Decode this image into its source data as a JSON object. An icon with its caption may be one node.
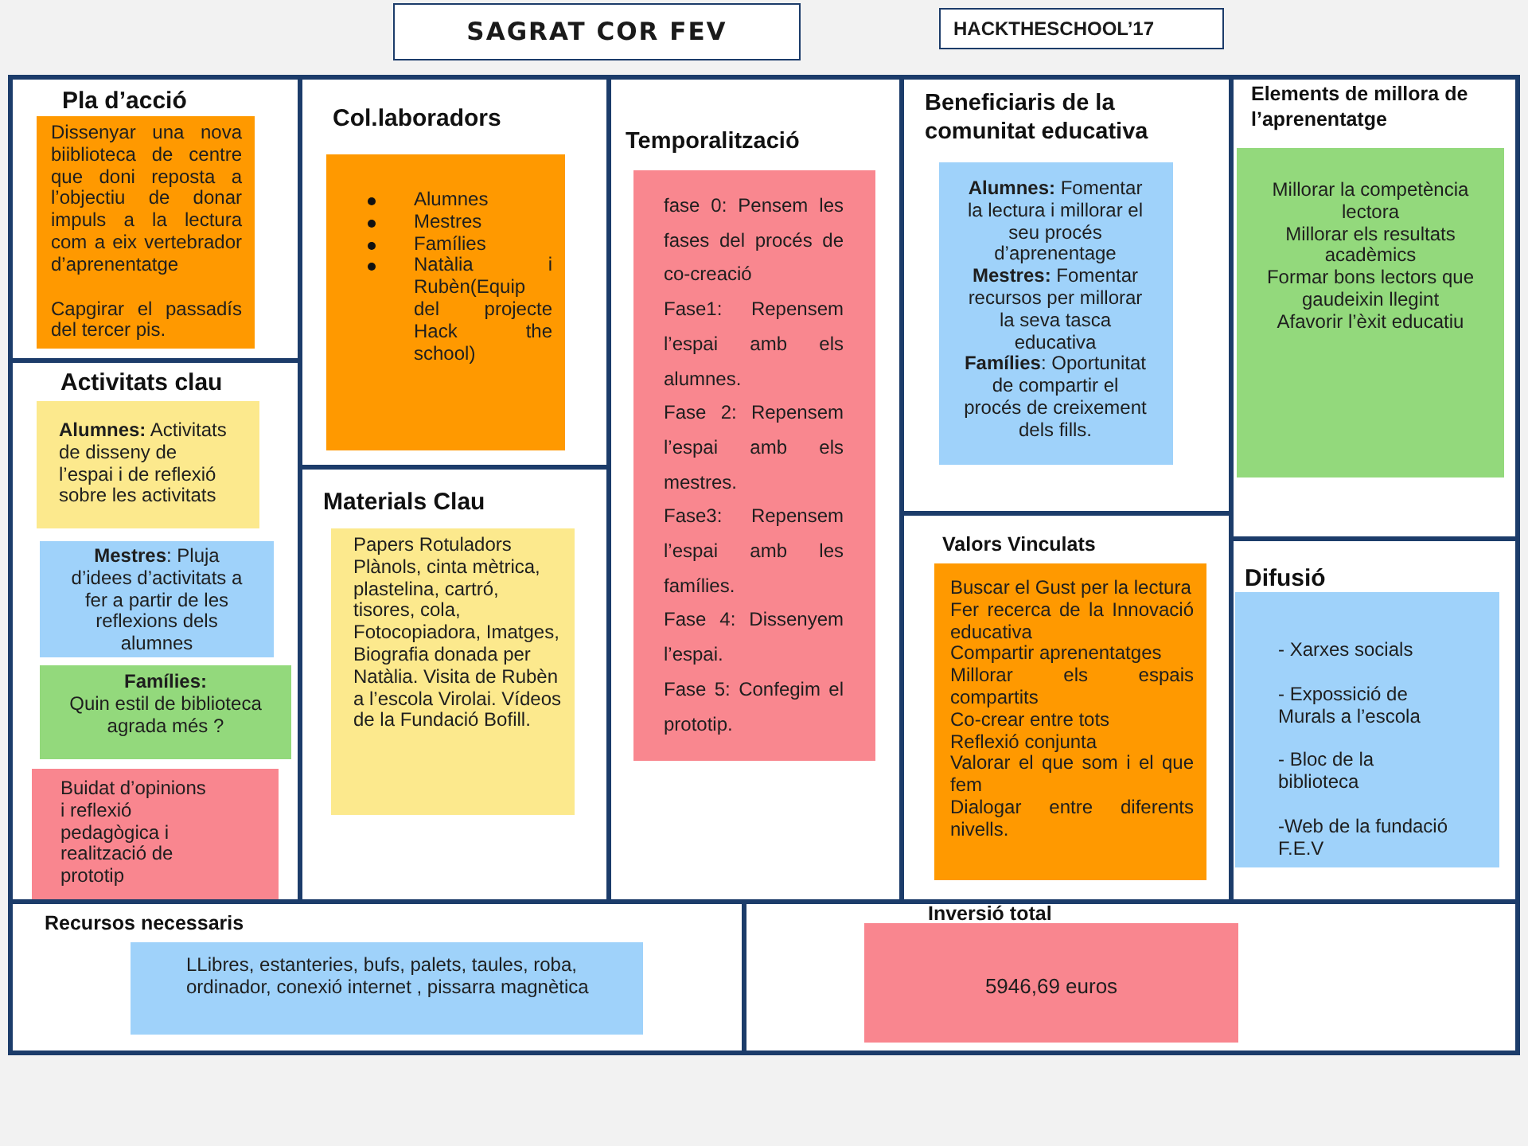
{
  "diagram": {
    "nodes": [
      {
        "text": [
          "SAGRAT COR FEV"
        ]
      },
      {
        "text": [
          "HACKTHESCHOOL’17"
        ]
      },
      {
        "text": [
          "Pla d’acció"
        ]
      },
      {
        "text": [
          "Dissenyar una nova biiblioteca de centre que doni reposta a l’objectiu de donar impuls a la lectura com a eix vertebrador d’aprenentatge",
          "Capgirar el passadís del tercer pis."
        ],
        "in": 2
      },
      {
        "text": [
          "Col.laboradors"
        ]
      },
      {
        "text": [
          "Alumnes",
          "Mestres",
          "Famílies",
          "Natàlia i Rubèn(Equip del projecte Hack the school)"
        ],
        "in": 4
      },
      {
        "text": [
          "Temporalització"
        ]
      },
      {
        "text": [
          "fase 0: Pensem les fases del procés de co-creació",
          "Fase1: Repensem l’espai amb els alumnes.",
          "Fase 2: Repensem l’espai amb els mestres.",
          "Fase3: Repensem l’espai amb les famílies.",
          "Fase 4: Dissenyem l’espai.",
          "Fase 5: Confegim el prototip."
        ],
        "in": 6
      },
      {
        "text": [
          "Beneficiaris de la comunitat educativa"
        ]
      },
      {
        "text": [
          "**Alumnes:** Fomentar la lectura i millorar el seu procés d’aprenentage",
          "**Mestres:** Fomentar recursos per millorar la seva tasca educativa",
          "**Famílies**: Oportunitat de compartir el procés de creixement dels fills."
        ],
        "in": 8
      },
      {
        "text": [
          "Elements de millora de l’aprenentatge"
        ]
      },
      {
        "text": [
          "Millorar la competència lectora",
          "Millorar els resultats acadèmics",
          "Formar bons lectors que gaudeixin llegint",
          "Afavorir l’èxit educatiu"
        ],
        "in": 10
      },
      {
        "text": [
          "Activitats clau"
        ]
      },
      {
        "text": [
          "**Alumnes:** Activitats de disseny de l’espai i de reflexió sobre les activitats"
        ],
        "in": 12
      },
      {
        "text": [
          "**Mestres**: Pluja d’idees d’activitats a fer a partir de les reflexions dels alumnes"
        ],
        "in": 12
      },
      {
        "text": [
          "**Famílies:** Quin estil de biblioteca agrada més ?"
        ],
        "in": 12
      },
      {
        "text": [
          "Buidat d’opinions i reflexió pedagògica i realització de prototip"
        ],
        "in": 12
      },
      {
        "text": [
          "Materials Clau"
        ]
      },
      {
        "text": [
          "Papers Rotuladors Plànols, cinta mètrica, plastelina, cartró, tisores, cola, Fotocopiadora, Imatges, Biografia donada per Natàlia. Visita de Rubèn a l’escola Virolai. Vídeos de la Fundació Bofill."
        ],
        "in": 17
      },
      {
        "text": [
          "Valors Vinculats"
        ]
      },
      {
        "text": [
          "Buscar el Gust per la lectura",
          "Fer recerca de la Innovació educativa",
          "Compartir aprenentatges",
          "Millorar els espais compartits",
          "Co-crear entre tots",
          "Reflexió conjunta",
          "Valorar el que som i el que fem",
          "Dialogar entre diferents nivells."
        ],
        "in": 19
      },
      {
        "text": [
          "Difusió"
        ]
      },
      {
        "text": [
          "- Xarxes socials",
          "- Expossició de Murals a l’escola",
          "- Bloc de la biblioteca",
          "-Web de la fundació F.E.V"
        ],
        "in": 21
      },
      {
        "text": [
          "Recursos necessaris"
        ]
      },
      {
        "text": [
          "LLibres, estanteries, bufs, palets, taules, roba, ordinador, conexió internet , pissarra magnètica"
        ],
        "in": 23
      },
      {
        "text": [
          "Inversió total"
        ]
      },
      {
        "text": [
          "5946,69 euros"
        ],
        "in": 25
      }
    ]
  }
}
